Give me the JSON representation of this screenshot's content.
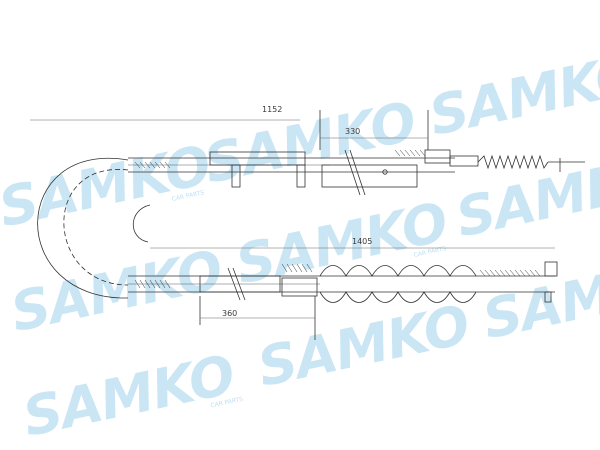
{
  "diagram": {
    "dimensions": {
      "total_top": "1152",
      "top_segment": "330",
      "total_middle": "1405",
      "bottom_segment": "360"
    },
    "watermark": {
      "brand": "SAMKO",
      "tagline": "CAR PARTS"
    },
    "colors": {
      "line": "#333333",
      "watermark": "#9fd3ec"
    }
  }
}
